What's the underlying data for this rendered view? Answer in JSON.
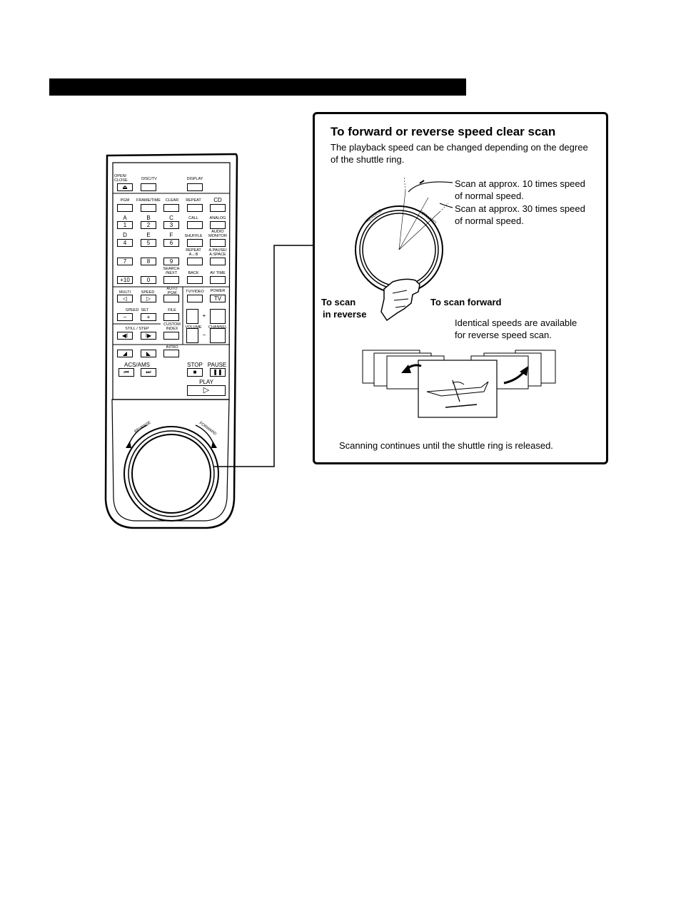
{
  "remote": {
    "top_buttons": {
      "open_close": "OPEN/\nCLOSE",
      "disc_tv": "DISC/TV",
      "display": "DISPLAY"
    },
    "row_pgm": {
      "pgm": "PGM",
      "frame_time": "FRAME/TIME",
      "clear": "CLEAR",
      "repeat": "REPEAT",
      "cd_icon": "CD"
    },
    "letters": {
      "a": "A",
      "b": "B",
      "c": "C",
      "d": "D",
      "e": "E",
      "f": "F"
    },
    "labels": {
      "call": "CALL",
      "analog": "ANALOG",
      "shuffle": "SHUFFLE",
      "audio_monitor": "AUDIO\nMONITOR",
      "repeat_ab": "REPEAT\nA↔B",
      "a_pause": "A.PAUSE/\nA.SPACE",
      "search_next": "SEARCH\n/NEXT",
      "back": "BACK",
      "av_time": "AV TIME",
      "multi": "MULTI",
      "speed": "SPEED",
      "auto_pgm": "AUTO\nPGM",
      "tv_video": "TV/VIDEO",
      "power": "POWER",
      "speed_set": "SPEED  SET",
      "file": "FILE",
      "still_step": "STILL / STEP",
      "custom_index": "CUSTOM\nINDEX",
      "volume": "VOLUME",
      "channel": "CHANNEL",
      "intro": "INTRO",
      "acs_ams": "ACS/AMS",
      "stop": "STOP",
      "pause": "PAUSE",
      "play": "PLAY",
      "tv": "TV",
      "reverse": "REVERSE",
      "forward": "FORWARD"
    },
    "digits": [
      "1",
      "2",
      "3",
      "4",
      "5",
      "6",
      "7",
      "8",
      "9",
      "+10",
      "0"
    ]
  },
  "panel": {
    "title": "To forward or reverse speed clear scan",
    "description": "The playback speed can be changed depending on the degree of the shuttle ring.",
    "scan10_line1": "Scan at approx. 10 times speed",
    "scan10_line2": "of normal speed.",
    "scan30_line1": "Scan at approx. 30 times speed",
    "scan30_line2": "of normal speed.",
    "to_scan_reverse_1": "To scan",
    "to_scan_reverse_2": "in reverse",
    "to_scan_forward": "To scan forward",
    "identical_1": "Identical speeds are available",
    "identical_2": "for reverse speed scan.",
    "footer": "Scanning continues until the shuttle ring is released.",
    "dial_reverse": "REVERSE",
    "dial_forward": "FORWARD"
  }
}
